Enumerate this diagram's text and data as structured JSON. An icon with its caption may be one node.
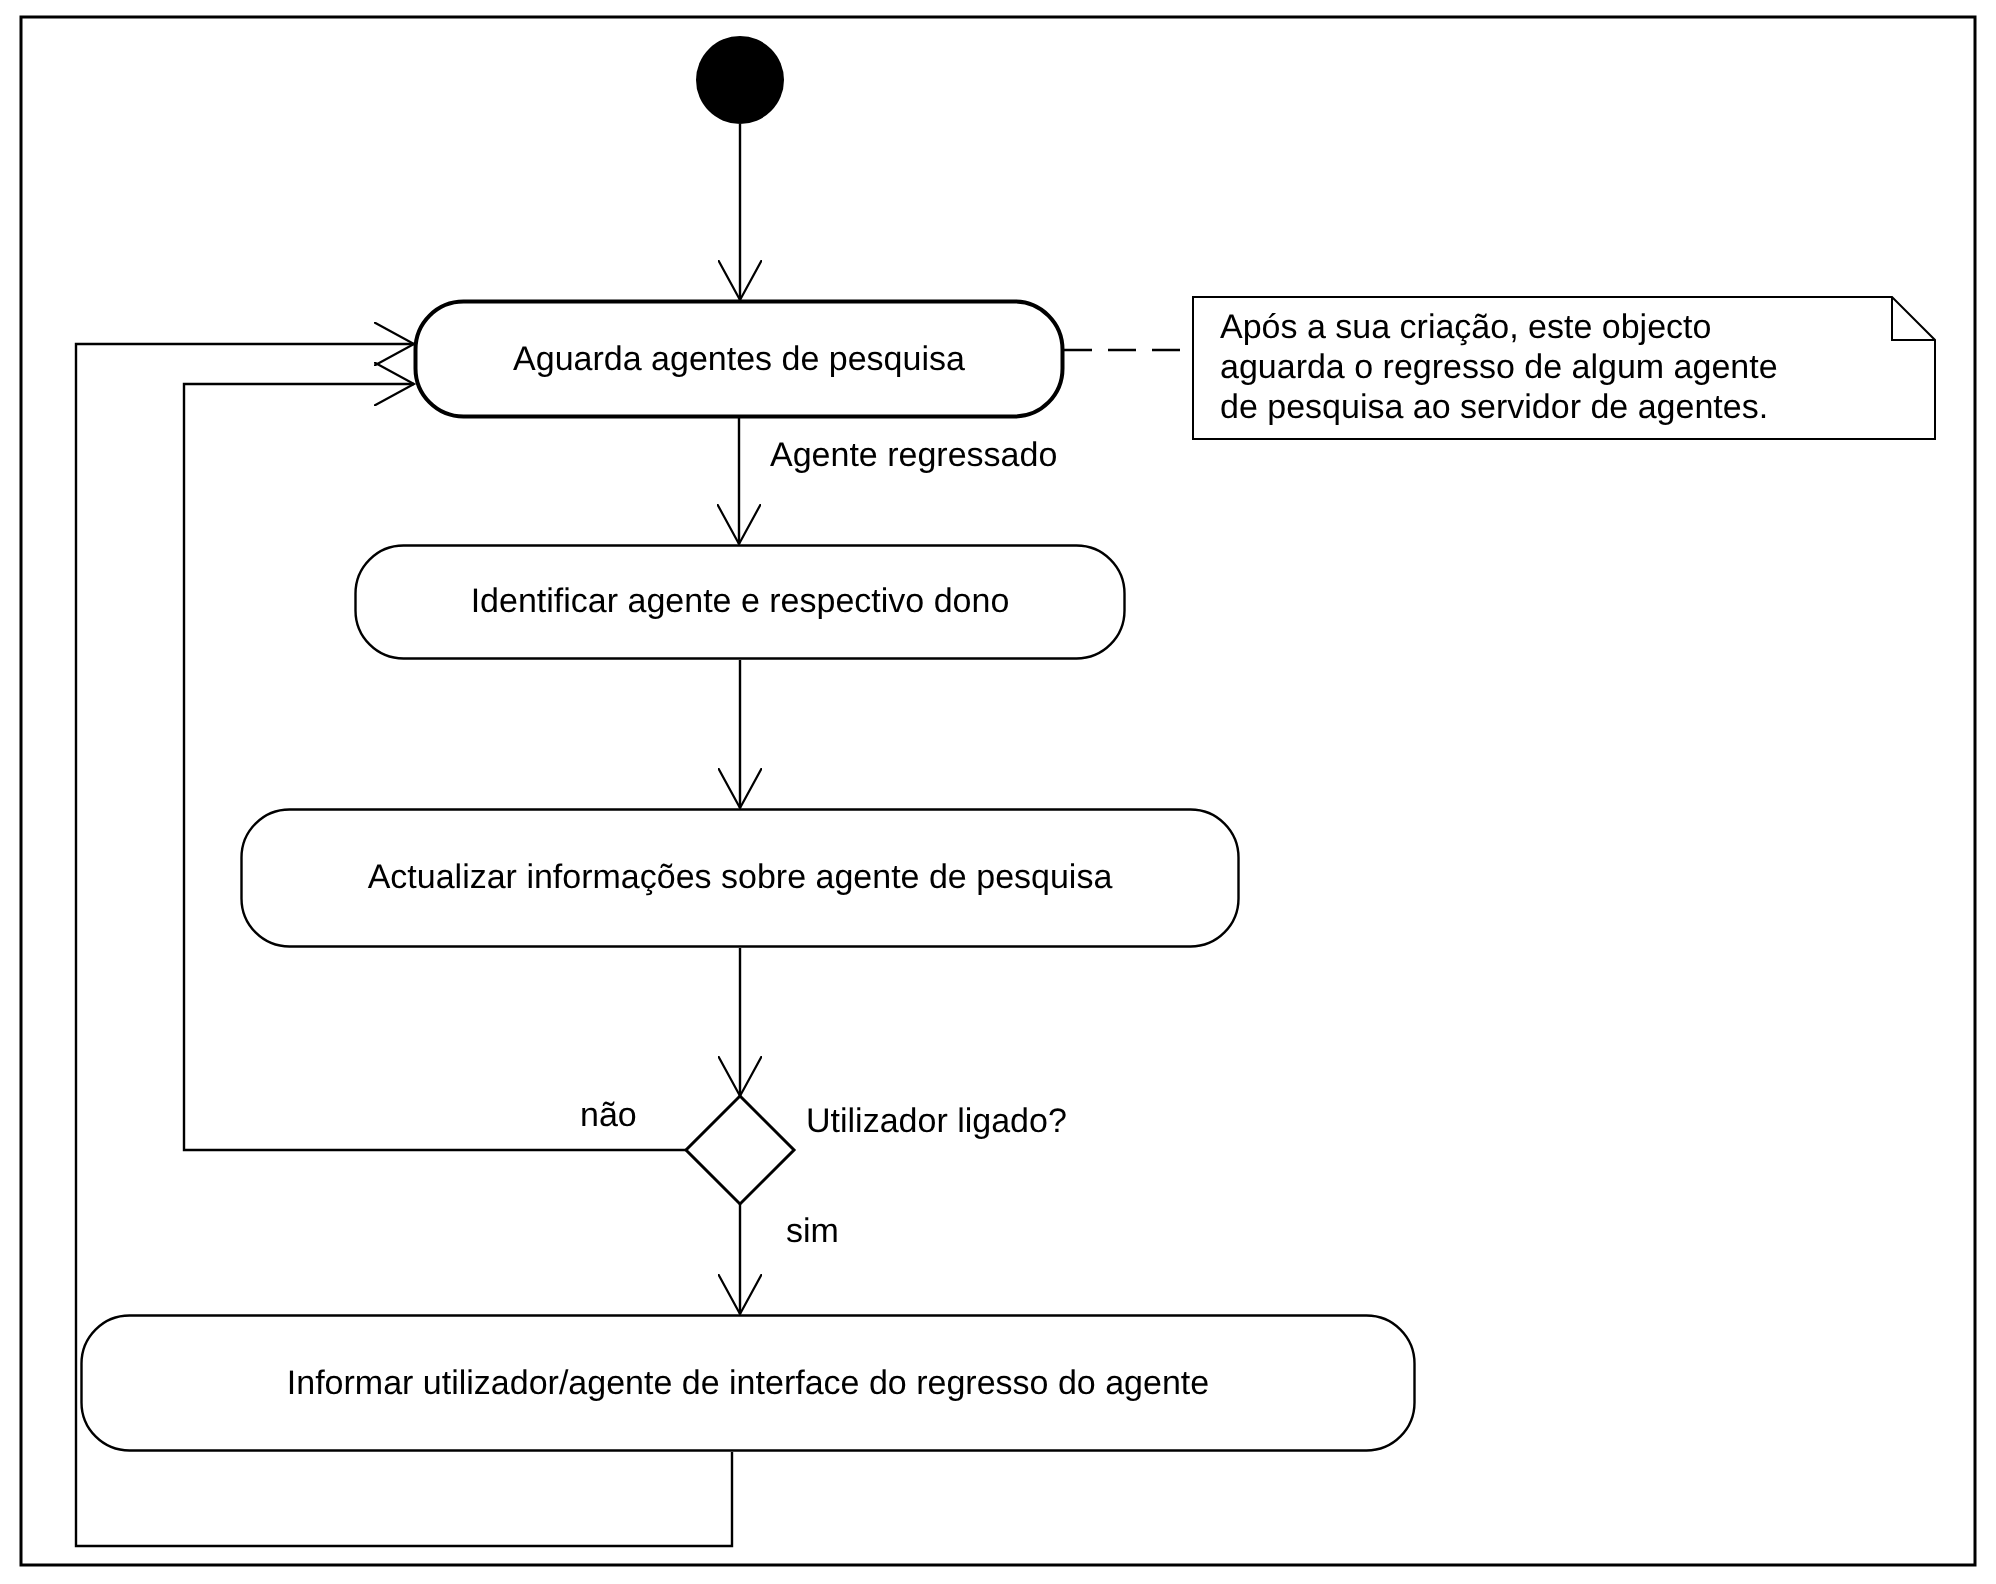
{
  "diagram": {
    "nodes": [
      {
        "text": [],
        "shape": "circle"
      },
      {
        "text": [
          "Aguarda agentes de pesquisa"
        ]
      },
      {
        "text": [
          "Após a sua criação, este objecto aguarda o regresso de algum agente de pesquisa ao servidor de agentes."
        ]
      },
      {
        "text": [
          "Identificar agente e respectivo dono"
        ]
      },
      {
        "text": [
          "Actualizar informações sobre agente de pesquisa"
        ]
      },
      {
        "text": [],
        "shape": "diamond",
        "beside": [
          "Utilizador ligado?"
        ]
      },
      {
        "text": [
          "Informar utilizador/agente de interface do regresso do agente"
        ]
      }
    ],
    "edges": [
      {
        "from": 0,
        "to": 1,
        "arrow": "to"
      },
      {
        "from": 1,
        "to": 2,
        "arrow": "none",
        "style": "dashed"
      },
      {
        "from": 1,
        "to": 3,
        "arrow": "to",
        "label": "Agente regressado"
      },
      {
        "from": 3,
        "to": 4,
        "arrow": "to"
      },
      {
        "from": 4,
        "to": 5,
        "arrow": "to"
      },
      {
        "from": 5,
        "to": 1,
        "arrow": "to",
        "label": "não"
      },
      {
        "from": 5,
        "to": 6,
        "arrow": "to",
        "label": "sim"
      },
      {
        "from": 6,
        "to": 1,
        "arrow": "to"
      }
    ]
  }
}
